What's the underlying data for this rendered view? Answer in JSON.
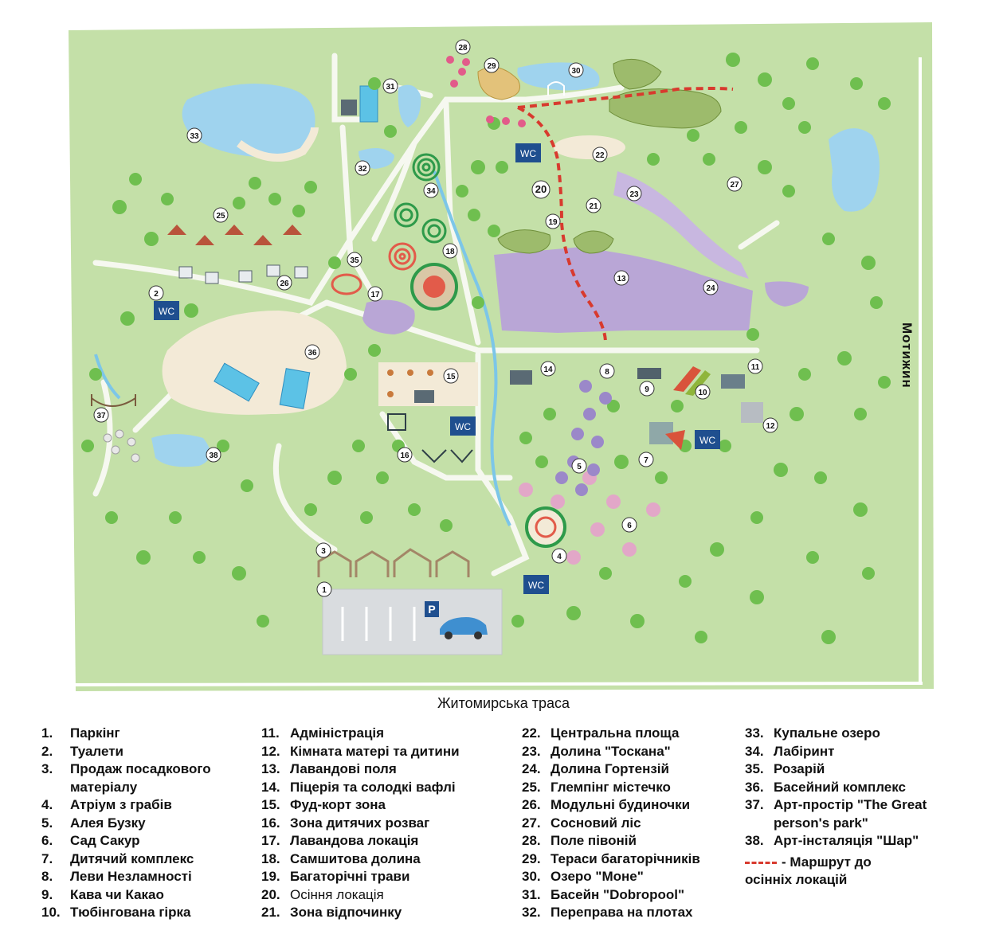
{
  "roads": {
    "bottom": "Житомирська траса",
    "right": "Мотижин"
  },
  "wc_label": "WC",
  "parking_label": "P",
  "markers": [
    "1",
    "2",
    "3",
    "4",
    "5",
    "6",
    "7",
    "8",
    "9",
    "10",
    "11",
    "12",
    "13",
    "14",
    "15",
    "16",
    "17",
    "18",
    "19",
    "20",
    "21",
    "22",
    "23",
    "24",
    "25",
    "26",
    "27",
    "28",
    "29",
    "30",
    "31",
    "32",
    "33",
    "34",
    "35",
    "36",
    "37",
    "38"
  ],
  "legend": {
    "col1": [
      {
        "num": "1.",
        "label": "Паркінг"
      },
      {
        "num": "2.",
        "label": "Туалети"
      },
      {
        "num": "3.",
        "label": "Продаж посадкового"
      },
      {
        "num": "",
        "label": "матеріалу"
      },
      {
        "num": "4.",
        "label": "Атріум з грабів"
      },
      {
        "num": "5.",
        "label": "Алея Бузку"
      },
      {
        "num": "6.",
        "label": "Сад Сакур"
      },
      {
        "num": "7.",
        "label": "Дитячий комплекс"
      },
      {
        "num": "8.",
        "label": "Леви Незламності"
      },
      {
        "num": "9.",
        "label": "Кава чи Какао"
      },
      {
        "num": "10.",
        "label": "Тюбінгована гірка"
      }
    ],
    "col2": [
      {
        "num": "11.",
        "label": "Адміністрація"
      },
      {
        "num": "12.",
        "label": "Кімната матері та дитини"
      },
      {
        "num": "13.",
        "label": "Лавандові поля"
      },
      {
        "num": "14.",
        "label": "Піцерія та солодкі вафлі"
      },
      {
        "num": "15.",
        "label": "Фуд-корт зона"
      },
      {
        "num": "16.",
        "label": "Зона дитячих розваг"
      },
      {
        "num": "17.",
        "label": "Лавандова локація"
      },
      {
        "num": "18.",
        "label": "Самшитова долина"
      },
      {
        "num": "19.",
        "label": "Багаторічні трави"
      },
      {
        "num": "20.",
        "label": "Осіння локація"
      },
      {
        "num": "21.",
        "label": "Зона відпочинку"
      }
    ],
    "col3": [
      {
        "num": "22.",
        "label": "Центральна площа"
      },
      {
        "num": "23.",
        "label": "Долина \"Тоскана\""
      },
      {
        "num": "24.",
        "label": "Долина Гортензій"
      },
      {
        "num": "25.",
        "label": "Глемпінг містечко"
      },
      {
        "num": "26.",
        "label": "Модульні будиночки"
      },
      {
        "num": "27.",
        "label": "Сосновий ліс"
      },
      {
        "num": "28.",
        "label": "Поле півоній"
      },
      {
        "num": "29.",
        "label": "Тераси багаторічників"
      },
      {
        "num": "30.",
        "label": "Озеро \"Моне\""
      },
      {
        "num": "31.",
        "label": "Басейн \"Dobropool\""
      },
      {
        "num": "32.",
        "label": "Переправа на плотах"
      }
    ],
    "col4": [
      {
        "num": "33.",
        "label": "Купальне озеро"
      },
      {
        "num": "34.",
        "label": "Лабіринт"
      },
      {
        "num": "35.",
        "label": "Розарій"
      },
      {
        "num": "36.",
        "label": "Басейний комплекс"
      },
      {
        "num": "37.",
        "label": "Арт-простір \"The Great"
      },
      {
        "num": "",
        "label": "person's park\""
      },
      {
        "num": "38.",
        "label": "Арт-інсталяція \"Шар\""
      }
    ],
    "route_line1": "- Маршрут до",
    "route_line2": "осінніх локацій"
  },
  "colors": {
    "grass": "#c4e0a8",
    "path": "#ffffff",
    "water": "#9fd3ee",
    "lavender": "#b9a6d6",
    "sand": "#f3ead7",
    "route": "#d83a2e",
    "wc": "#1f4f8f"
  }
}
